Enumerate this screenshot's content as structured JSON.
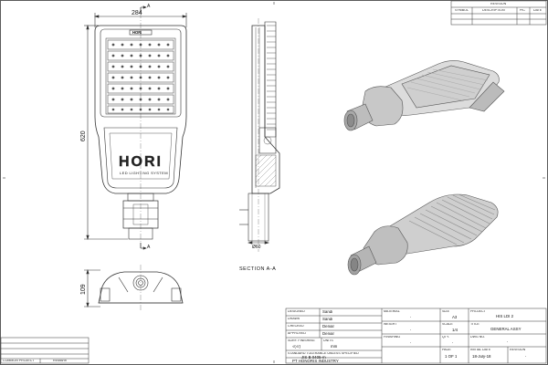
{
  "revision_table": {
    "title": "REVISION",
    "headers": [
      "SYMBOL",
      "DESCRIPTION",
      "PIC",
      "DATE"
    ]
  },
  "dimensions": {
    "width_front": "284",
    "height_front": "620",
    "depth_bottom": "109",
    "section_mark_a": "A",
    "pole_diameter": "Ø60"
  },
  "section_caption": "SECTION  A-A",
  "front_logo": "HORI",
  "front_sublogo": "LED LIGHTING SYSTEM",
  "top_badge": "HORI",
  "title_block": {
    "designed_label": "DESIGNED",
    "designed_value": "Sandi",
    "drawn_label": "DRAWN",
    "drawn_value": "Sandi",
    "checked_label": "CHECKED",
    "checked_value": "Deniar",
    "approved_label": "APPROVED",
    "approved_value": "Deniar",
    "material_label": "MATERIAL",
    "material_value": "-",
    "size_label": "SIZE",
    "size_value": "A3",
    "project_label": "PROJECT",
    "project_value": "HIS LDI 2",
    "weight_label": "WEIGHT",
    "weight_value": "-",
    "scale_label": "SCALE",
    "scale_value": "1/4",
    "title_label": "TITLE",
    "title_value": "GENERAL ASSY",
    "finishing_label": "FINISHING",
    "finishing_value": "-",
    "qty_label": "QTY.",
    "qty_value": "-",
    "dwg_label": "DWG NO.",
    "dwg_value": "-",
    "surf_label": "SURF. FINISHING",
    "surf_value": "√(√/)",
    "units_label": "UNITS",
    "units_value": "mm",
    "std_tolerance": "STANDARD TOLERANCE UNLESS SPECIFIED",
    "std_value": "JIS B 0405-m",
    "page_label": "PAGE",
    "page_value": "1  OF  1",
    "initial_date_label": "INITIAL DATE",
    "initial_date_value": "18-July-18",
    "revision_label": "REVISION",
    "revision_value": "-",
    "company": "PT HONORIS INDUSTRY"
  },
  "common_project": {
    "label": "COMMON PROJECT",
    "value": "REMARK"
  }
}
